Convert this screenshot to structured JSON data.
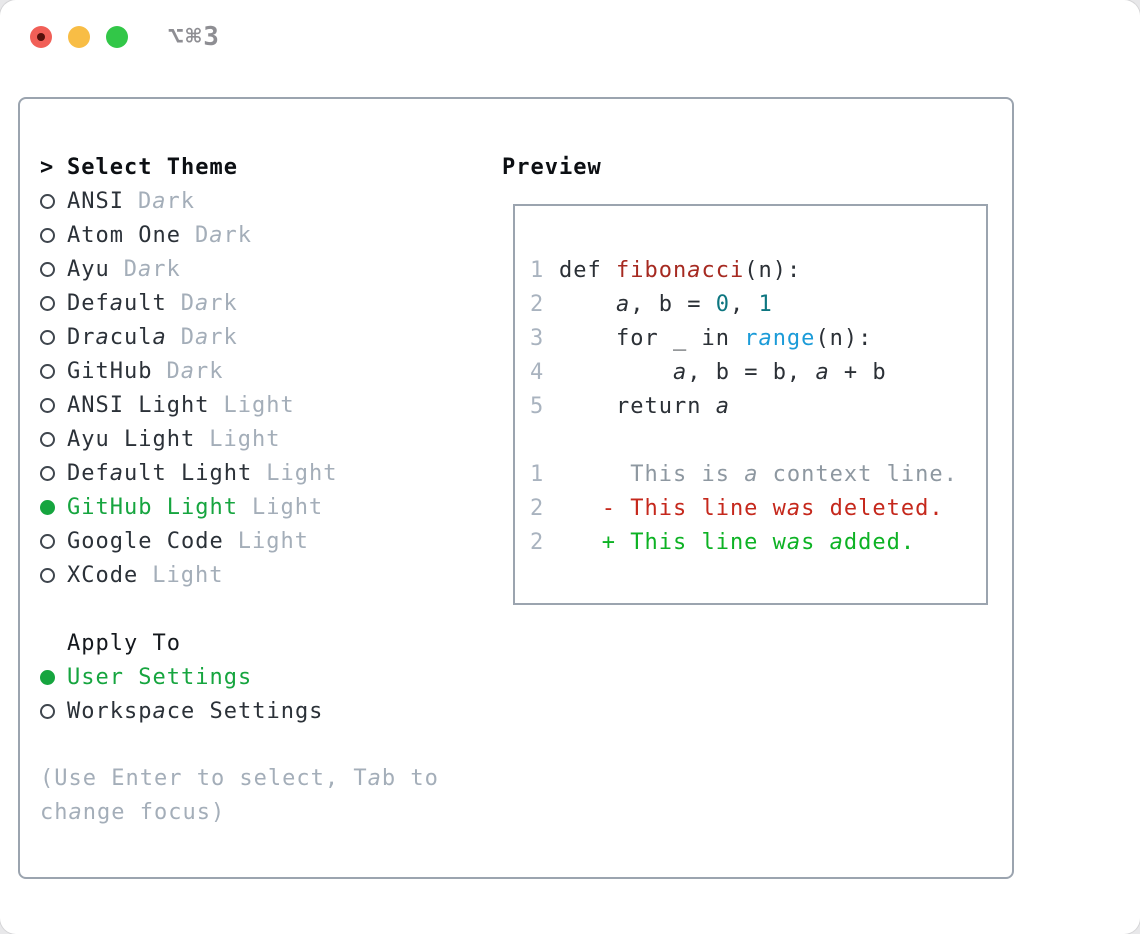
{
  "window": {
    "title": "⌥⌘3",
    "traffic_lights": [
      {
        "name": "close",
        "color": "#f15f57"
      },
      {
        "name": "minimize",
        "color": "#f8bd45"
      },
      {
        "name": "zoom",
        "color": "#32c748"
      }
    ]
  },
  "theme_picker": {
    "header": {
      "prefix": ">",
      "label": "Select Theme"
    },
    "items": [
      {
        "name": "ANSI",
        "tag": "Dark",
        "selected": false
      },
      {
        "name": "Atom One",
        "tag": "Dark",
        "selected": false
      },
      {
        "name": "Ayu",
        "tag": "Dark",
        "selected": false
      },
      {
        "name": "Default",
        "tag": "Dark",
        "selected": false
      },
      {
        "name": "Dracula",
        "tag": "Dark",
        "selected": false
      },
      {
        "name": "GitHub",
        "tag": "Dark",
        "selected": false
      },
      {
        "name": "ANSI Light",
        "tag": "Light",
        "selected": false
      },
      {
        "name": "Ayu Light",
        "tag": "Light",
        "selected": false
      },
      {
        "name": "Default Light",
        "tag": "Light",
        "selected": false
      },
      {
        "name": "GitHub Light",
        "tag": "Light",
        "selected": true
      },
      {
        "name": "Google Code",
        "tag": "Light",
        "selected": false
      },
      {
        "name": "XCode",
        "tag": "Light",
        "selected": false
      }
    ],
    "apply_to": {
      "label": "Apply To",
      "options": [
        {
          "name": "User Settings",
          "selected": true
        },
        {
          "name": "Workspace Settings",
          "selected": false
        }
      ]
    },
    "help": "(Use Enter to select, Tab to change focus)"
  },
  "preview": {
    "label": "Preview",
    "code_lines": [
      {
        "num": "1",
        "segments": [
          {
            "text": "def ",
            "color": "plain"
          },
          {
            "text": "fibonacci",
            "color": "function"
          },
          {
            "text": "(n):",
            "color": "plain"
          }
        ]
      },
      {
        "num": "2",
        "segments": [
          {
            "text": "    a, b = ",
            "color": "plain"
          },
          {
            "text": "0",
            "color": "number"
          },
          {
            "text": ", ",
            "color": "plain"
          },
          {
            "text": "1",
            "color": "number"
          }
        ]
      },
      {
        "num": "3",
        "segments": [
          {
            "text": "    for _ in ",
            "color": "plain"
          },
          {
            "text": "range",
            "color": "builtin"
          },
          {
            "text": "(n):",
            "color": "plain"
          }
        ]
      },
      {
        "num": "4",
        "segments": [
          {
            "text": "        a, b = b, a + b",
            "color": "plain"
          }
        ]
      },
      {
        "num": "5",
        "segments": [
          {
            "text": "    return a",
            "color": "plain"
          }
        ]
      },
      {
        "num": "",
        "segments": []
      },
      {
        "num": "1",
        "segments": [
          {
            "text": "     This is a context line.",
            "color": "context"
          }
        ]
      },
      {
        "num": "2",
        "segments": [
          {
            "text": "   - This line was deleted.",
            "color": "deleted"
          }
        ]
      },
      {
        "num": "2",
        "segments": [
          {
            "text": "   + This line was added.",
            "color": "added"
          }
        ]
      }
    ]
  },
  "colors": {
    "selection_green": "#16a53f",
    "added_green": "#0db224",
    "deleted_red": "#c5281c",
    "function_red": "#a62a21",
    "number_teal": "#0d7680",
    "builtin_blue": "#1b9bd8",
    "muted_gray": "#a4aeb9",
    "line_number_gray": "#a9b3bf",
    "border_gray": "#9ba4af"
  }
}
